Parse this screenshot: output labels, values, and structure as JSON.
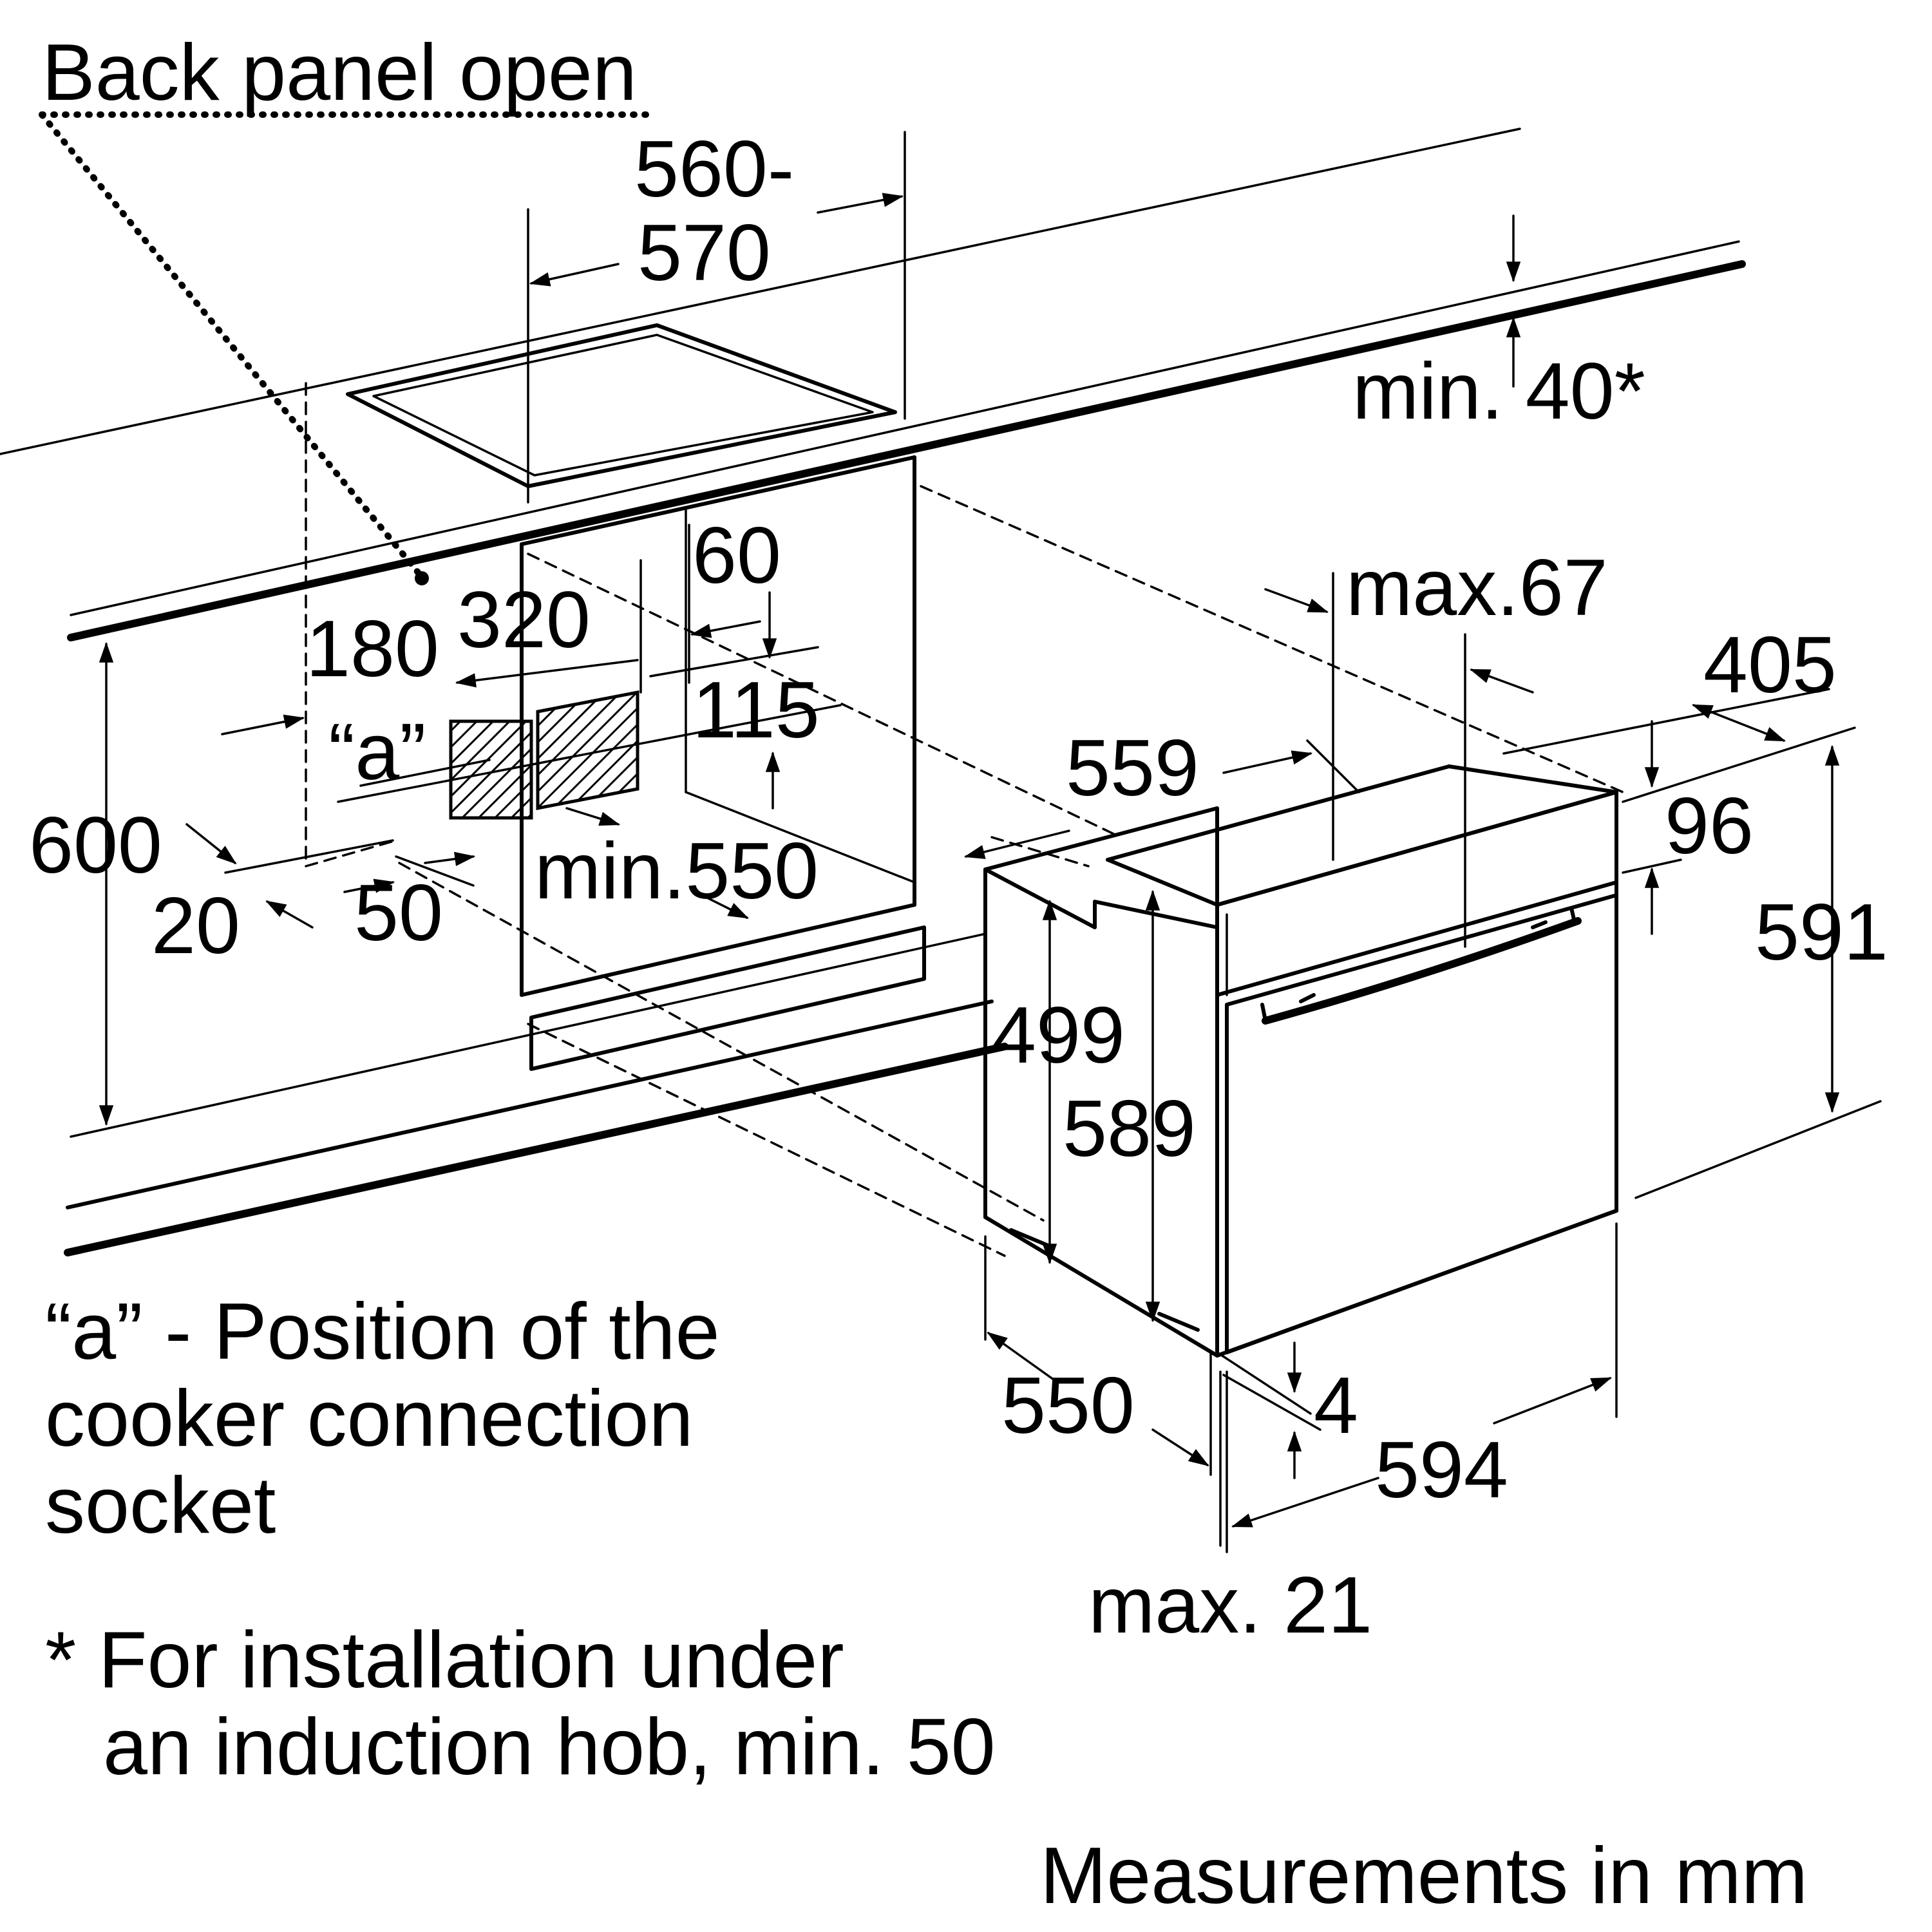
{
  "labels": {
    "back_panel": "Back panel open",
    "hob_width_top": "560-",
    "hob_width_bottom": "570",
    "min_40": "min. 40*",
    "dim_60": "60",
    "dim_180": "180",
    "dim_320": "320",
    "dim_a": "“a”",
    "dim_115": "115",
    "dim_600": "600",
    "dim_20": "20",
    "dim_50": "50",
    "min_550": "min.550",
    "max_67": "max.67",
    "dim_405": "405",
    "dim_559": "559",
    "dim_96": "96",
    "dim_591": "591",
    "dim_499": "499",
    "dim_589": "589",
    "dim_550": "550",
    "dim_4": "4",
    "dim_594": "594",
    "max_21": "max. 21"
  },
  "notes": {
    "a_line1": "“a” - Position of the",
    "a_line2": "cooker connection",
    "a_line3": "socket",
    "star_line1": "* For installation under",
    "star_line2": "an induction hob, min. 50",
    "units": "Measurements in mm"
  }
}
